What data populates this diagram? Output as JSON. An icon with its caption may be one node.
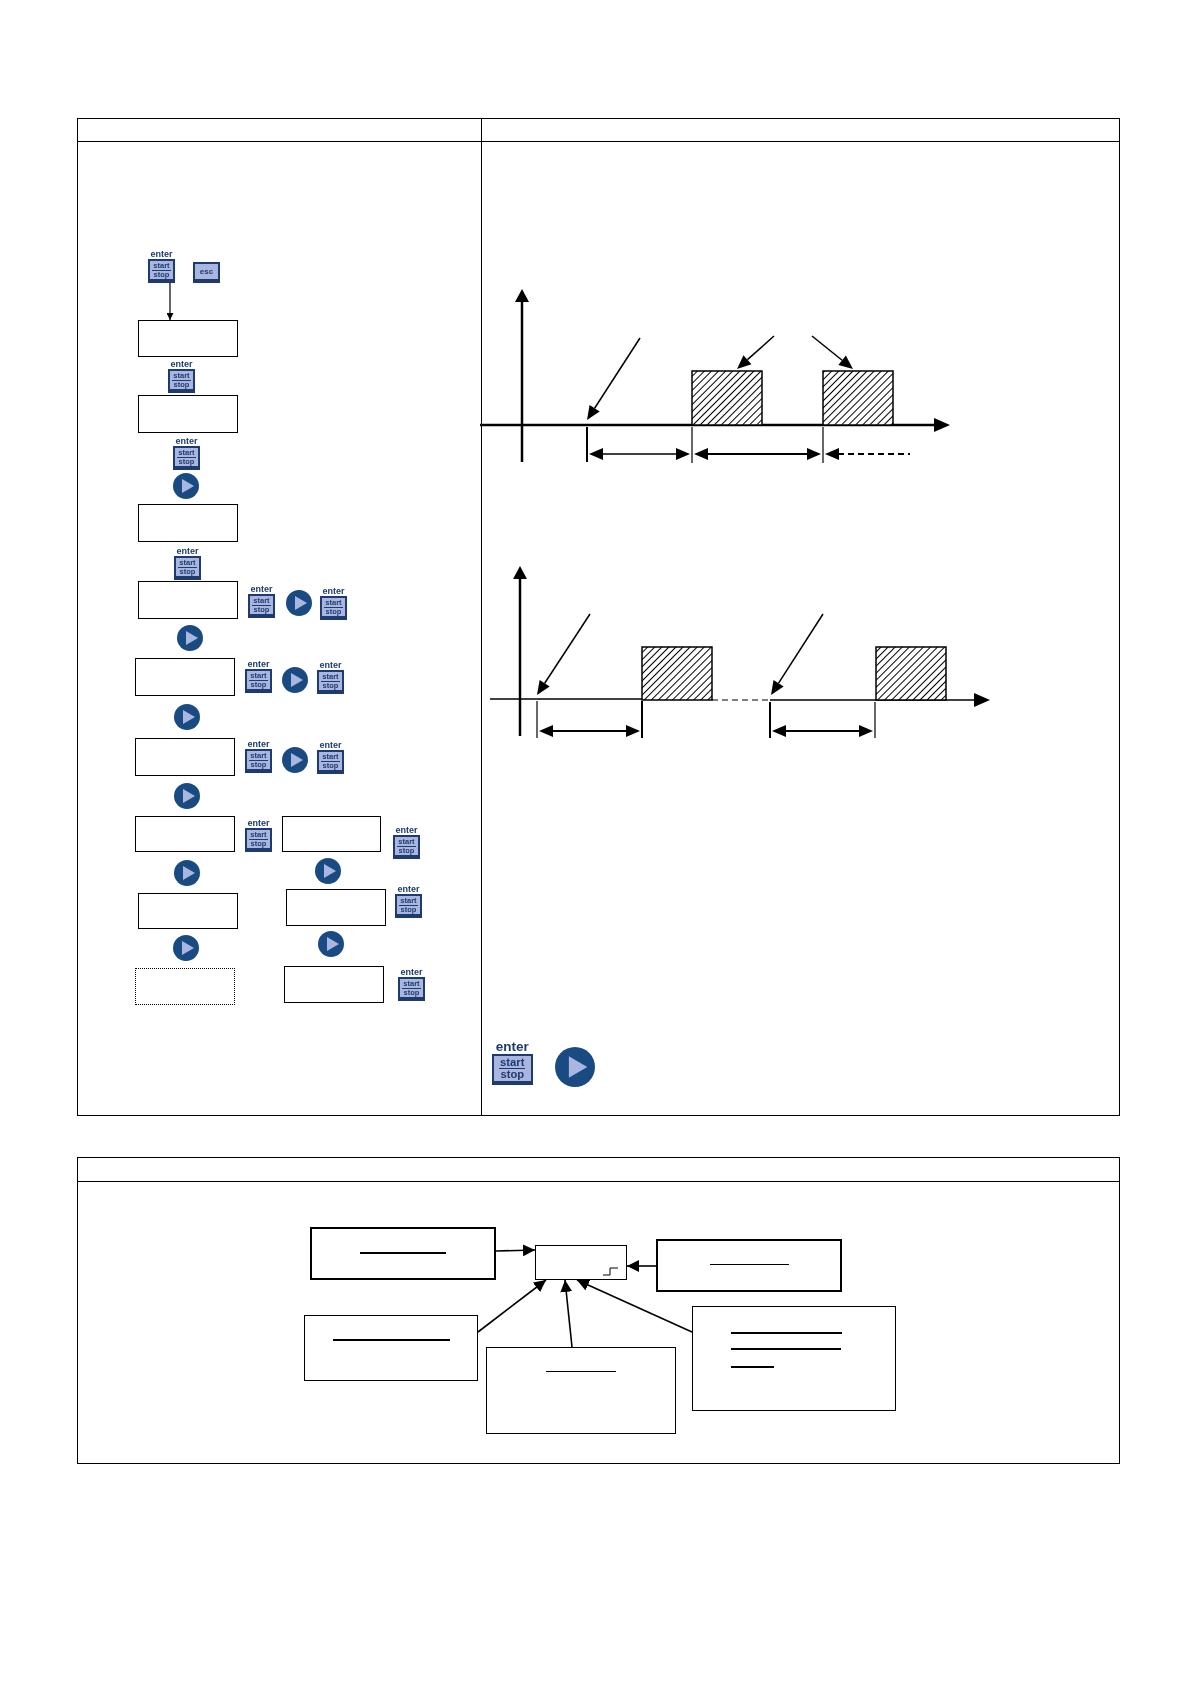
{
  "diagram": {
    "nodes": [
      {
        "text": [
          "enter",
          "start",
          "stop"
        ]
      },
      {
        "text": [],
        "shape": "box"
      },
      {
        "text": [],
        "shape": "box"
      },
      {
        "text": [],
        "shape": "box"
      },
      {
        "text": [],
        "shape": "box"
      },
      {
        "text": [],
        "shape": "box"
      },
      {
        "text": [],
        "shape": "box"
      },
      {
        "text": [],
        "shape": "box"
      },
      {
        "text": [],
        "shape": "box"
      },
      {
        "text": [],
        "shape": "box"
      },
      {
        "text": [],
        "shape": "box"
      },
      {
        "text": [],
        "shape": "box"
      },
      {
        "text": [],
        "shape": "box"
      },
      {
        "text": [],
        "shape": "box"
      },
      {
        "text": [],
        "shape": "box"
      },
      {
        "text": [],
        "shape": "box"
      },
      {
        "text": [],
        "shape": "box"
      },
      {
        "text": [],
        "shape": "box"
      },
      {
        "text": [],
        "shape": "box"
      }
    ],
    "edges": [
      {
        "from": 0,
        "to": 1,
        "arrow": "to"
      },
      {
        "from": 13,
        "to": 14,
        "arrow": "to"
      },
      {
        "from": 15,
        "to": 14,
        "arrow": "to"
      },
      {
        "from": 16,
        "to": 14,
        "arrow": "to"
      },
      {
        "from": 17,
        "to": 14,
        "arrow": "to"
      },
      {
        "from": 18,
        "to": 14,
        "arrow": "to"
      }
    ],
    "labels": [
      "esc",
      "enter",
      "start",
      "stop",
      "enter",
      "start",
      "stop",
      "enter",
      "start",
      "stop",
      "enter",
      "start",
      "stop",
      "enter",
      "start",
      "stop",
      "enter",
      "start",
      "stop",
      "enter",
      "start",
      "stop",
      "enter",
      "start",
      "stop",
      "enter",
      "start",
      "stop",
      "enter",
      "start",
      "stop",
      "enter",
      "start",
      "stop",
      "enter",
      "start",
      "stop",
      "enter",
      "start",
      "stop",
      "enter",
      "start",
      "stop"
    ]
  }
}
